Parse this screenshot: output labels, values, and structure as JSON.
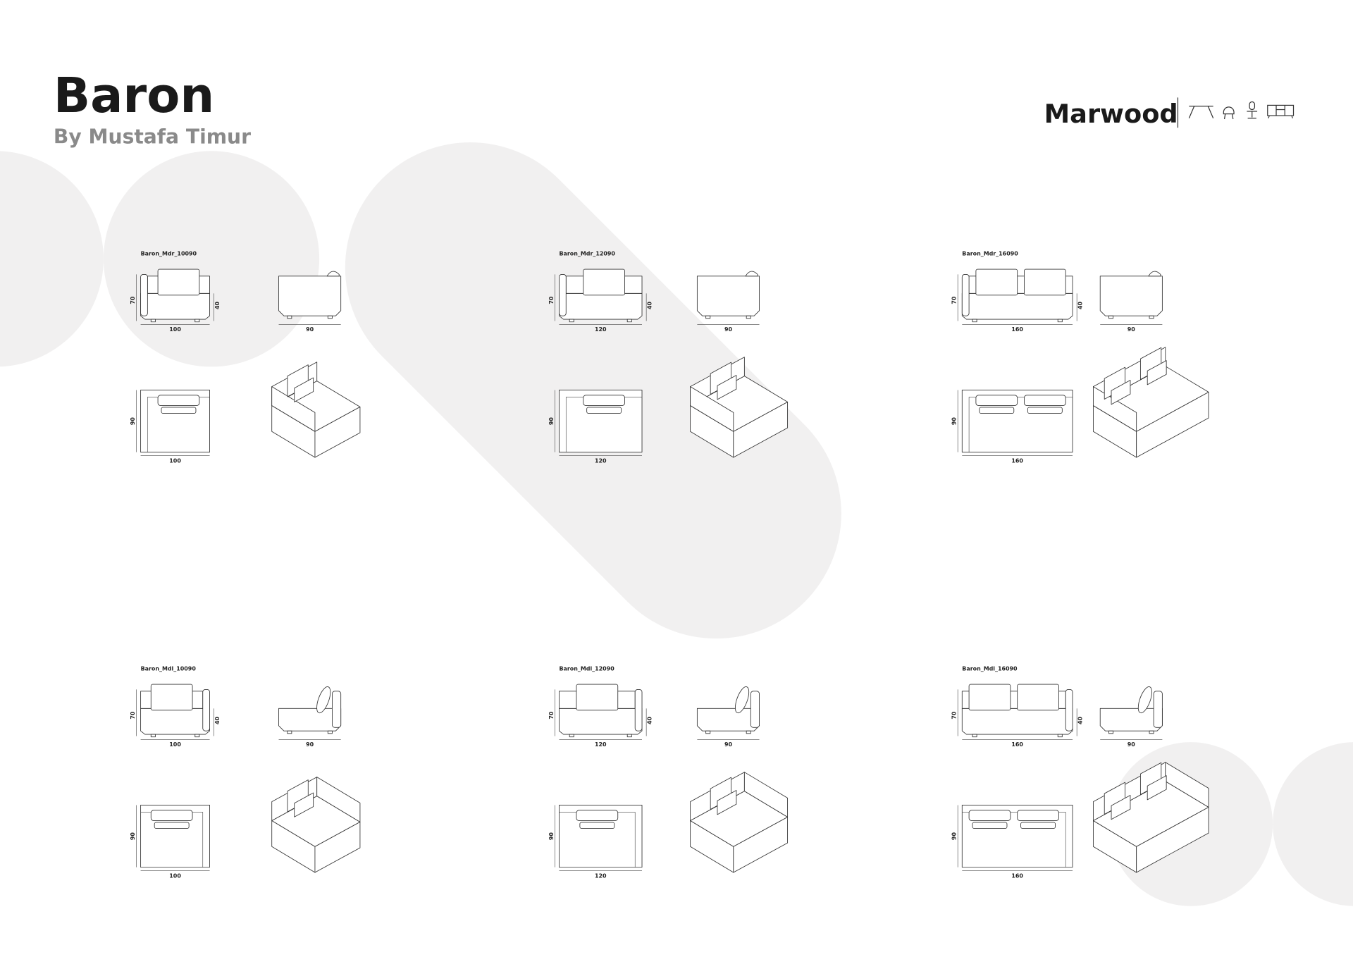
{
  "header": {
    "title": "Baron",
    "subtitle": "By Mustafa Timur"
  },
  "brand": {
    "name": "Marwood",
    "icons": [
      "table-icon",
      "lounge-chair-icon",
      "office-chair-icon",
      "sideboard-icon"
    ]
  },
  "colors": {
    "background_shape": "#f1f0f0",
    "line": "#333333",
    "title": "#1a1a1a",
    "subtitle": "#8a8a8a"
  },
  "modules": [
    {
      "label": "Baron_Mdr_10090",
      "width": "100",
      "depth": "90",
      "height": "70",
      "seat": "40",
      "arm": "left"
    },
    {
      "label": "Baron_Mdr_12090",
      "width": "120",
      "depth": "90",
      "height": "70",
      "seat": "40",
      "arm": "left"
    },
    {
      "label": "Baron_Mdr_16090",
      "width": "160",
      "depth": "90",
      "height": "70",
      "seat": "40",
      "arm": "left"
    },
    {
      "label": "Baron_Mdl_10090",
      "width": "100",
      "depth": "90",
      "height": "70",
      "seat": "40",
      "arm": "right"
    },
    {
      "label": "Baron_Mdl_12090",
      "width": "120",
      "depth": "90",
      "height": "70",
      "seat": "40",
      "arm": "right"
    },
    {
      "label": "Baron_Mdl_16090",
      "width": "160",
      "depth": "90",
      "height": "70",
      "seat": "40",
      "arm": "right"
    }
  ]
}
